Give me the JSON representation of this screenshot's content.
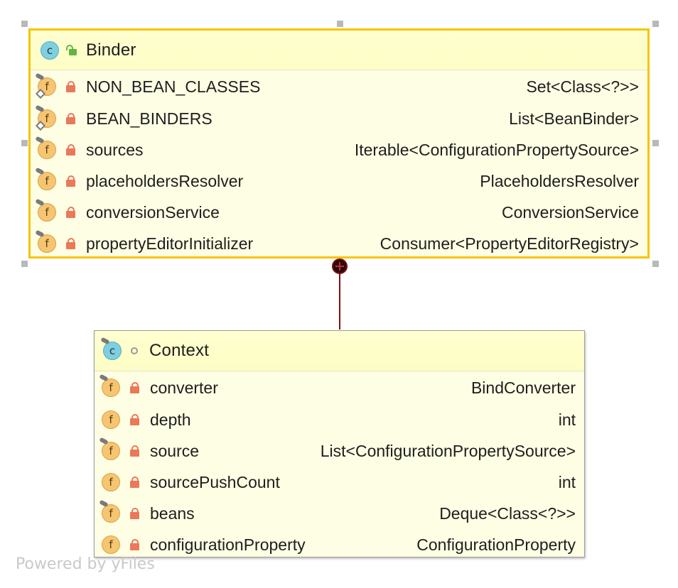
{
  "binder": {
    "title": "Binder",
    "class_icon": "class-icon",
    "visibility_icon": "public-unlock-icon",
    "fields": [
      {
        "name": "NON_BEAN_CLASSES",
        "type": "Set<Class<?>>",
        "icon": "static-final-field-icon"
      },
      {
        "name": "BEAN_BINDERS",
        "type": "List<BeanBinder>",
        "icon": "static-final-field-icon"
      },
      {
        "name": "sources",
        "type": "Iterable<ConfigurationPropertySource>",
        "icon": "final-field-icon"
      },
      {
        "name": "placeholdersResolver",
        "type": "PlaceholdersResolver",
        "icon": "final-field-icon"
      },
      {
        "name": "conversionService",
        "type": "ConversionService",
        "icon": "final-field-icon"
      },
      {
        "name": "propertyEditorInitializer",
        "type": "Consumer<PropertyEditorRegistry>",
        "icon": "final-field-icon"
      }
    ]
  },
  "context": {
    "title": "Context",
    "class_icon": "inner-class-icon",
    "visibility_icon": "package-private-dot-icon",
    "fields": [
      {
        "name": "converter",
        "type": "BindConverter",
        "icon": "final-field-icon"
      },
      {
        "name": "depth",
        "type": "int",
        "icon": "field-icon"
      },
      {
        "name": "source",
        "type": "List<ConfigurationPropertySource>",
        "icon": "final-field-icon"
      },
      {
        "name": "sourcePushCount",
        "type": "int",
        "icon": "field-icon"
      },
      {
        "name": "beans",
        "type": "Deque<Class<?>>",
        "icon": "final-field-icon"
      },
      {
        "name": "configurationProperty",
        "type": "ConfigurationProperty",
        "icon": "field-icon"
      }
    ]
  },
  "edge": {
    "kind": "inner-class",
    "color": "#7a1010"
  },
  "colors": {
    "selection": "#f6c400",
    "node_fill": "#fefee4",
    "lock": "#e9795a",
    "unlock": "#62b543"
  },
  "watermark": "Powered by yFiles"
}
